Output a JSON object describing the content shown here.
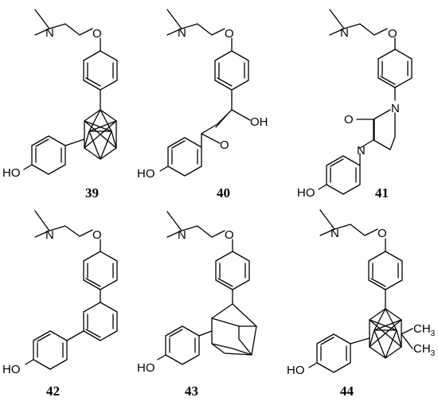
{
  "compounds": [
    {
      "number": "39",
      "atoms": {
        "n": "N",
        "o": "O",
        "ho": "HO"
      }
    },
    {
      "number": "40",
      "atoms": {
        "n": "N",
        "o": "O",
        "ho": "HO",
        "oh": "OH",
        "keto": "O"
      }
    },
    {
      "number": "41",
      "atoms": {
        "n": "N",
        "o": "O",
        "ho": "HO",
        "urea_o": "O",
        "n1": "N",
        "n2": "N"
      }
    },
    {
      "number": "42",
      "atoms": {
        "n": "N",
        "o": "O",
        "ho": "HO"
      }
    },
    {
      "number": "43",
      "atoms": {
        "n": "N",
        "o": "O",
        "ho": "HO"
      }
    },
    {
      "number": "44",
      "atoms": {
        "n": "N",
        "o": "O",
        "ho": "HO",
        "ch3_a": "CH",
        "ch3_b": "CH",
        "sub3": "3"
      }
    }
  ]
}
